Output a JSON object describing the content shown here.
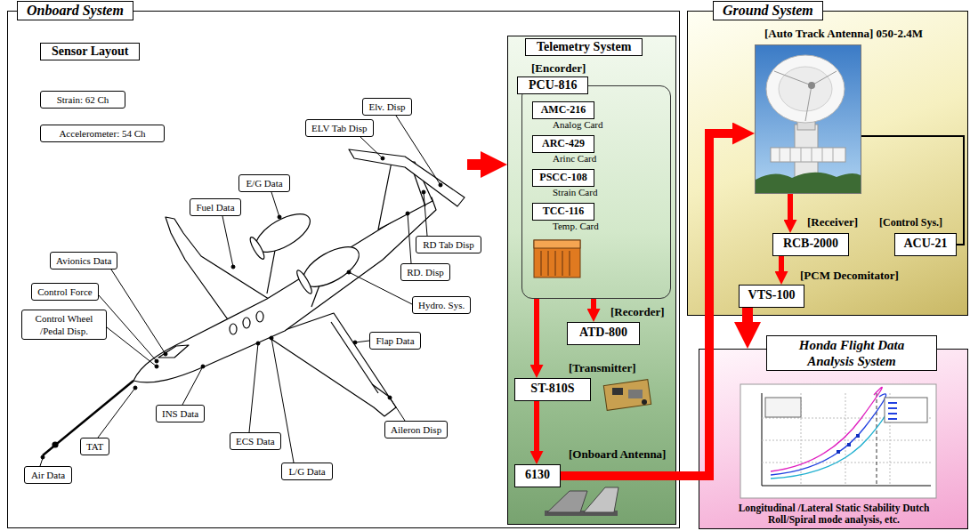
{
  "diagram": {
    "nodes": [
      {
        "text": [
          "Onboard System"
        ]
      },
      {
        "text": [
          "Sensor Layout"
        ],
        "in": 0
      },
      {
        "text": [
          "Strain: 62 Ch"
        ],
        "in": 1
      },
      {
        "text": [
          "Accelerometer: 54 Ch"
        ],
        "in": 1
      },
      {
        "text": [
          "Elv. Disp"
        ],
        "in": 1
      },
      {
        "text": [
          "ELV Tab Disp"
        ],
        "in": 1
      },
      {
        "text": [
          "E/G Data"
        ],
        "in": 1
      },
      {
        "text": [
          "Fuel Data"
        ],
        "in": 1
      },
      {
        "text": [
          "Avionics Data"
        ],
        "in": 1
      },
      {
        "text": [
          "Control Force"
        ],
        "in": 1
      },
      {
        "text": [
          "Control Wheel /Pedal Disp."
        ],
        "in": 1
      },
      {
        "text": [
          "RD Tab Disp"
        ],
        "in": 1
      },
      {
        "text": [
          "RD. Disp"
        ],
        "in": 1
      },
      {
        "text": [
          "Hydro. Sys."
        ],
        "in": 1
      },
      {
        "text": [
          "Flap Data"
        ],
        "in": 1
      },
      {
        "text": [
          "INS Data"
        ],
        "in": 1
      },
      {
        "text": [
          "ECS Data"
        ],
        "in": 1
      },
      {
        "text": [
          "Aileron Disp"
        ],
        "in": 1
      },
      {
        "text": [
          "TAT"
        ],
        "in": 1
      },
      {
        "text": [
          "Air Data"
        ],
        "in": 1
      },
      {
        "text": [
          "L/G Data"
        ],
        "in": 1
      },
      {
        "text": [
          "Telemetry System"
        ],
        "in": 0
      },
      {
        "text": [
          "[Encorder]",
          "PCU-816"
        ],
        "in": 21
      },
      {
        "text": [
          "AMC-216",
          "Analog Card"
        ],
        "in": 22
      },
      {
        "text": [
          "ARC-429",
          "Arinc Card"
        ],
        "in": 22
      },
      {
        "text": [
          "PSCC-108",
          "Strain Card"
        ],
        "in": 22
      },
      {
        "text": [
          "TCC-116",
          "Temp. Card"
        ],
        "in": 22
      },
      {
        "text": [
          "[Recorder]",
          "ATD-800"
        ],
        "in": 21
      },
      {
        "text": [
          "[Transmitter]",
          "ST-810S"
        ],
        "in": 21
      },
      {
        "text": [
          "[Onboard Antenna]",
          "6130"
        ],
        "in": 21
      },
      {
        "text": [
          "Ground System"
        ]
      },
      {
        "text": [
          "[Auto Track Antenna] 050-2.4M"
        ],
        "in": 30
      },
      {
        "text": [
          "[Receiver]",
          "RCB-2000"
        ],
        "in": 30
      },
      {
        "text": [
          "[Control Sys.]",
          "ACU-21"
        ],
        "in": 30
      },
      {
        "text": [
          "[PCM Decomitator]",
          "VTS-100"
        ],
        "in": 30
      },
      {
        "text": [
          "Honda Flight Data Analysis System",
          "Longitudinal /Lateral Static Stability Dutch Roll/Spiral mode analysis, etc."
        ]
      }
    ],
    "edges": [
      {
        "from": 1,
        "to": 21,
        "arrow": "to"
      },
      {
        "from": 22,
        "to": 27,
        "arrow": "to"
      },
      {
        "from": 22,
        "to": 28,
        "arrow": "to"
      },
      {
        "from": 28,
        "to": 29,
        "arrow": "to"
      },
      {
        "from": 29,
        "to": 31,
        "arrow": "to"
      },
      {
        "from": 31,
        "to": 32,
        "arrow": "to"
      },
      {
        "from": 33,
        "to": 31,
        "arrow": "none"
      },
      {
        "from": 32,
        "to": 34,
        "arrow": "to"
      },
      {
        "from": 34,
        "to": 35,
        "arrow": "to"
      }
    ]
  }
}
